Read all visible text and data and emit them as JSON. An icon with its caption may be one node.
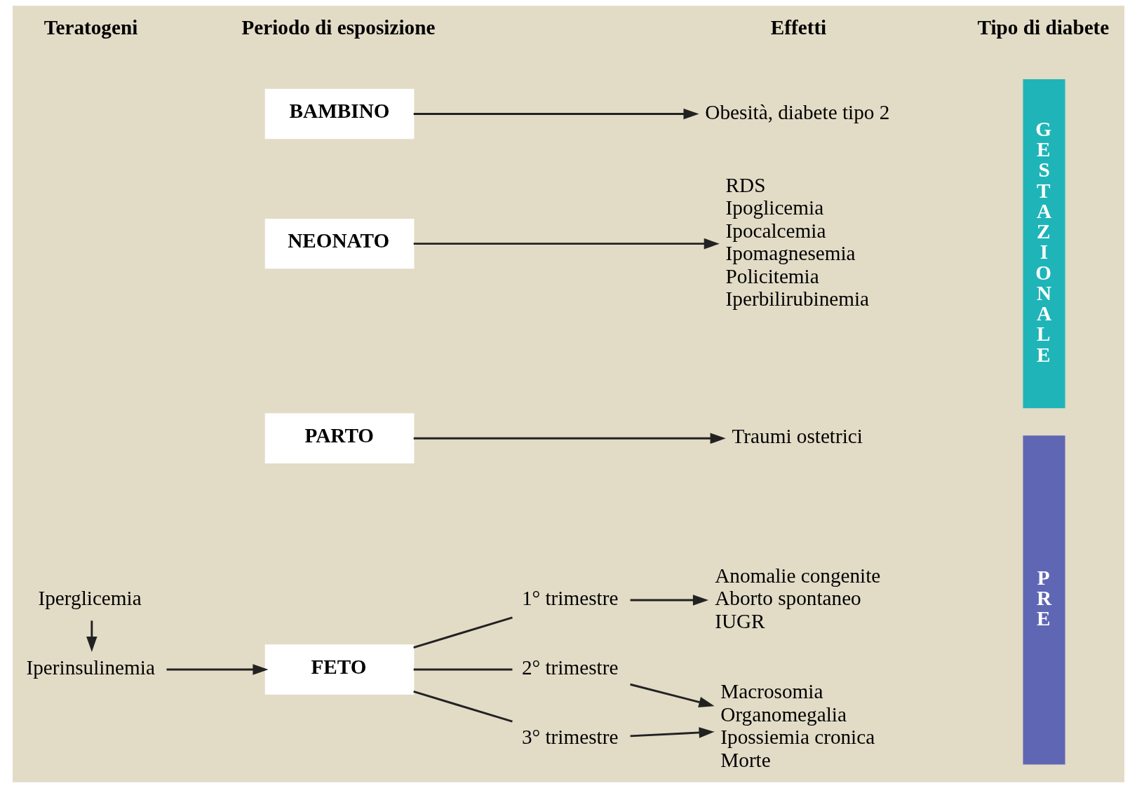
{
  "diagram": {
    "nodes": [
      {
        "text": [
          "Iperglicemia"
        ]
      },
      {
        "text": [
          "Iperinsulinemia"
        ]
      },
      {
        "text": [
          "FETO"
        ]
      },
      {
        "text": [
          "1° trimestre"
        ]
      },
      {
        "text": [
          "2° trimestre"
        ]
      },
      {
        "text": [
          "3° trimestre"
        ]
      },
      {
        "text": [
          "Anomalie congenite",
          "Aborto spontaneo",
          "IUGR"
        ]
      },
      {
        "text": [
          "Macrosomia",
          "Organomegalia",
          "Ipossiemia cronica",
          "Morte"
        ]
      },
      {
        "text": [
          "PARTO"
        ]
      },
      {
        "text": [
          "Traumi ostetrici"
        ]
      },
      {
        "text": [
          "NEONATO"
        ]
      },
      {
        "text": [
          "RDS",
          "Ipoglicemia",
          "Ipocalcemia",
          "Ipomagnesemia",
          "Policitemia",
          "Iperbilirubinemia"
        ]
      },
      {
        "text": [
          "BAMBINO"
        ]
      },
      {
        "text": [
          "Obesità, diabete tipo 2"
        ]
      },
      {
        "text": [
          "PRE"
        ]
      },
      {
        "text": [
          "GESTAZIONALE"
        ]
      }
    ],
    "edges": [
      {
        "from": 0,
        "to": 1,
        "arrow": "to"
      },
      {
        "from": 1,
        "to": 2,
        "arrow": "to"
      },
      {
        "from": 2,
        "to": 3,
        "arrow": "none"
      },
      {
        "from": 2,
        "to": 4,
        "arrow": "none"
      },
      {
        "from": 2,
        "to": 5,
        "arrow": "none"
      },
      {
        "from": 3,
        "to": 6,
        "arrow": "to"
      },
      {
        "from": 4,
        "to": 7,
        "arrow": "to"
      },
      {
        "from": 5,
        "to": 7,
        "arrow": "to"
      },
      {
        "from": 8,
        "to": 9,
        "arrow": "to"
      },
      {
        "from": 10,
        "to": 11,
        "arrow": "to"
      },
      {
        "from": 12,
        "to": 13,
        "arrow": "to"
      }
    ],
    "labels": [
      "Teratogeni",
      "Periodo di esposizione",
      "Effetti",
      "Tipo di diabete"
    ]
  }
}
